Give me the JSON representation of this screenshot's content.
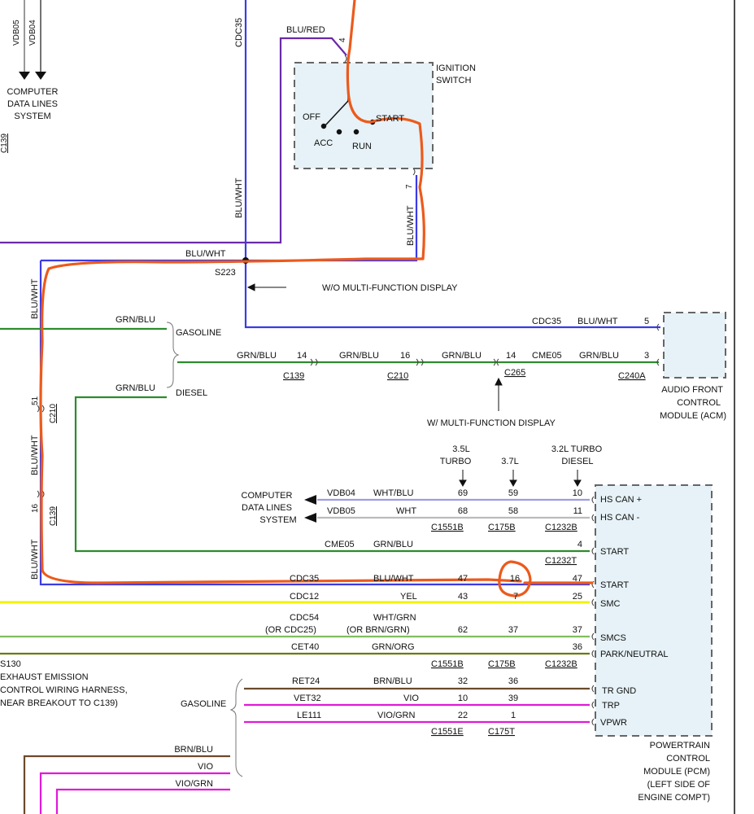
{
  "colors": {
    "purple": "#6a2aa8",
    "blue": "#3b3be6",
    "green": "#2e8b2e",
    "yellow": "#f2f200",
    "orange_trace": "#ec5a1c",
    "magenta": "#e01ad8",
    "brown": "#6b4a2a",
    "lavender": "#9c9ce6",
    "gray": "#bbbbbb",
    "olive": "#6a7a10",
    "light_green": "#7fbf5f",
    "module_fill": "#e6f2f7"
  },
  "top_left": {
    "vdb05": "VDB05",
    "vdb04": "VDB04",
    "computer_data_lines": [
      "COMPUTER",
      "DATA LINES",
      "SYSTEM"
    ],
    "cut_label": "C139"
  },
  "ignition": {
    "cdc35": "CDC35",
    "blu_red": "BLU/RED",
    "pin_in": "4",
    "title": [
      "IGNITION",
      "SWITCH"
    ],
    "off": "OFF",
    "acc": "ACC",
    "run": "RUN",
    "start": "START",
    "pin_out": "7",
    "out_wire": "BLU/WHT",
    "feed_wire": "BLU/WHT"
  },
  "splice": {
    "wire": "BLU/WHT",
    "name": "S223",
    "wo_mfd": "W/O MULTI-FUNCTION DISPLAY",
    "w_mfd": "W/ MULTI-FUNCTION DISPLAY"
  },
  "left_vertical": {
    "wire_upper": "BLU/WHT",
    "pin_upper": "51",
    "conn_upper": "C210",
    "wire_mid": "BLU/WHT",
    "pin_lower": "16",
    "conn_lower": "C139",
    "wire_lower": "BLU/WHT"
  },
  "gas_diesel": {
    "grn_blu_1": "GRN/BLU",
    "gasoline": "GASOLINE",
    "grn_blu_2": "GRN/BLU",
    "diesel": "DIESEL"
  },
  "acm": {
    "cdc35": "CDC35",
    "wire": "BLU/WHT",
    "pin": "5",
    "c139_wire": "GRN/BLU",
    "c139_pin": "14",
    "c139": "C139",
    "c210_wire": "GRN/BLU",
    "c210_pin": "16",
    "c210": "C210",
    "c265_wire": "GRN/BLU",
    "c265_pin": "14",
    "c265": "C265",
    "cme05": "CME05",
    "acm_wire": "GRN/BLU",
    "acm_pin": "3",
    "c240a": "C240A",
    "name": [
      "AUDIO FRONT",
      "CONTROL",
      "MODULE (ACM)"
    ]
  },
  "engines": [
    [
      "3.5L",
      "TURBO"
    ],
    [
      "3.7L"
    ],
    [
      "3.2L TURBO",
      "DIESEL"
    ]
  ],
  "data_lines_label": [
    "COMPUTER",
    "DATA LINES",
    "SYSTEM"
  ],
  "pcm_rows": [
    {
      "circuit": "VDB04",
      "wire": "WHT/BLU",
      "a": "69",
      "b": "59",
      "c": "10",
      "func": "HS CAN +"
    },
    {
      "circuit": "VDB05",
      "wire": "WHT",
      "a": "68",
      "b": "58",
      "c": "11",
      "func": "HS CAN -"
    },
    {
      "circuit": "CME05",
      "wire": "GRN/BLU",
      "a": "",
      "b": "",
      "c": "4",
      "func": "START"
    },
    {
      "circuit": "CDC35",
      "wire": "BLU/WHT",
      "a": "47",
      "b": "16",
      "c": "47",
      "func": "START"
    },
    {
      "circuit": "CDC12",
      "wire": "YEL",
      "a": "43",
      "b": "7",
      "c": "25",
      "func": "SMC"
    },
    {
      "circuit": "CDC54",
      "circuit2": "(OR CDC25)",
      "wire": "WHT/GRN",
      "wire2": "(OR BRN/GRN)",
      "a": "62",
      "b": "37",
      "c": "37",
      "func": "SMCS"
    },
    {
      "circuit": "CET40",
      "wire": "GRN/ORG",
      "a": "",
      "b": "",
      "c": "36",
      "func": "PARK/NEUTRAL"
    },
    {
      "circuit": "RET24",
      "wire": "BRN/BLU",
      "a": "32",
      "b": "36",
      "c": "",
      "func": "TR GND"
    },
    {
      "circuit": "VET32",
      "wire": "VIO",
      "a": "10",
      "b": "39",
      "c": "",
      "func": "TRP"
    },
    {
      "circuit": "LE111",
      "wire": "VIO/GRN",
      "a": "22",
      "b": "1",
      "c": "",
      "func": "VPWR"
    }
  ],
  "pcm_connectors": {
    "set1": [
      "C1551B",
      "C175B",
      "C1232B"
    ],
    "c1232t": "C1232T",
    "set2": [
      "C1551B",
      "C175B",
      "C1232B"
    ],
    "set3": [
      "C1551E",
      "C175T"
    ]
  },
  "pcm_name": [
    "POWERTRAIN",
    "CONTROL",
    "MODULE (PCM)",
    "(LEFT SIDE OF",
    "ENGINE COMPT)"
  ],
  "s130_note": [
    "S130",
    "EXHAUST EMISSION",
    "CONTROL WIRING HARNESS,",
    "NEAR BREAKOUT TO C139)"
  ],
  "gasoline_label": "GASOLINE",
  "bottom_wires": [
    "BRN/BLU",
    "VIO",
    "VIO/GRN"
  ]
}
